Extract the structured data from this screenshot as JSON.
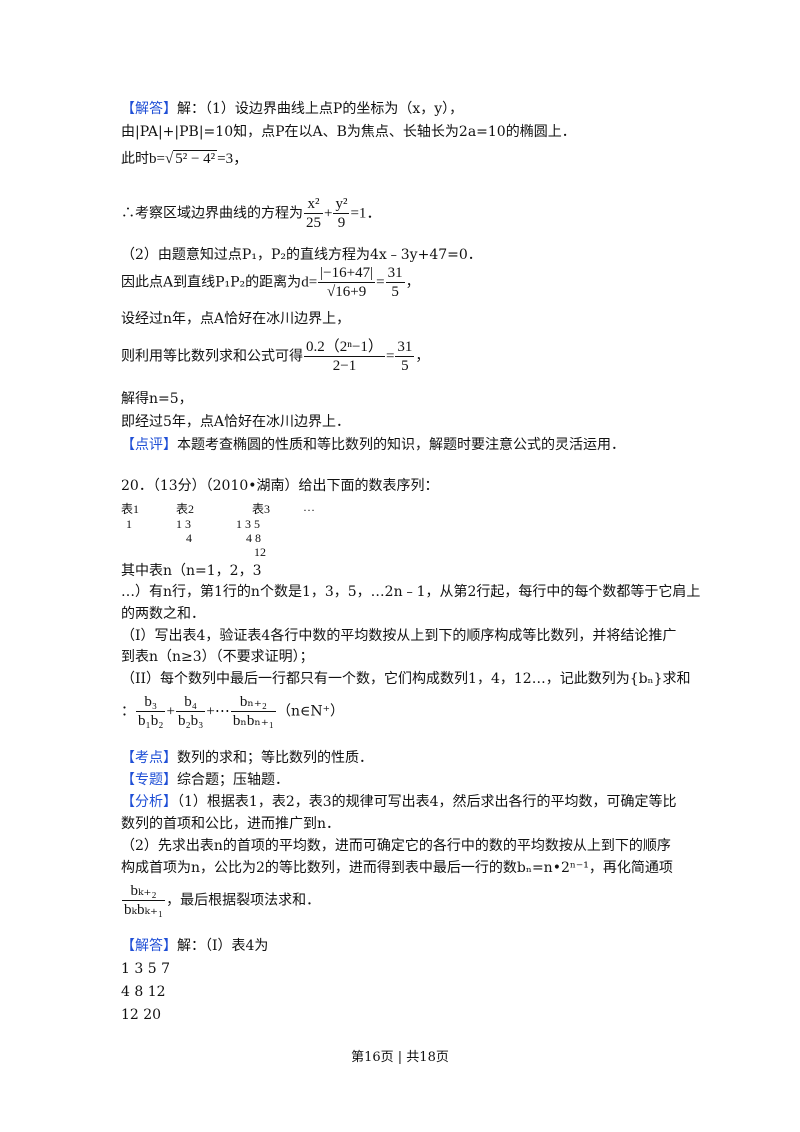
{
  "lines": {
    "l1_tag": "【解答】",
    "l1_text": "解：（1）设边界曲线上点P的坐标为（x，y），",
    "l2": "由|PA|+|PB|=10知，点P在以A、B为焦点、长轴长为2a=10的椭圆上．",
    "l3_pre": "此时",
    "l3_b": "b=",
    "l3_rad": "5² − 4²",
    "l3_post": "=3，",
    "l4_pre": "∴考察区域边界曲线的方程为",
    "l4_f1_num": "x²",
    "l4_f1_den": "25",
    "l4_plus": "+",
    "l4_f2_num": "y²",
    "l4_f2_den": "9",
    "l4_post": "=1．",
    "l5": "（2）由题意知过点P₁，P₂的直线方程为4x﹣3y+47=0．",
    "l6_pre": "因此点A到直线P₁P₂的距离为",
    "l6_d": "d=",
    "l6_f1_num": "|−16+47|",
    "l6_f1_den": "√16+9",
    "l6_eq": "=",
    "l6_f2_num": "31",
    "l6_f2_den": "5",
    "l6_post": "，",
    "l7": "设经过n年，点A恰好在冰川边界上，",
    "l8_pre": "则利用等比数列求和公式可得",
    "l8_f1_num": "0.2（2ⁿ−1）",
    "l8_f1_den": "2−1",
    "l8_eq": "=",
    "l8_f2_num": "31",
    "l8_f2_den": "5",
    "l8_post": "，",
    "l9": "解得n=5，",
    "l10": "即经过5年，点A恰好在冰川边界上．",
    "l11_tag": "【点评】",
    "l11_text": "本题考查椭圆的性质和等比数列的知识，解题时要注意公式的灵活运用．",
    "q20": "20．（13分）（2010•湖南）给出下面的数表序列：",
    "t1_h": "表1",
    "t1_r1": "1",
    "t2_h": "表2",
    "t2_r1": "1  3",
    "t2_r2": "4",
    "t3_h": "表3",
    "t3_r1": "1  3  5",
    "t3_r2": "4  8",
    "t3_r3": "12",
    "t_dots": "…",
    "l12": "其中表n（n=1，2，3",
    "l13": "…）有n行，第1行的n个数是1，3，5，…2n﹣1，从第2行起，每行中的每个数都等于它肩上",
    "l14": "的两数之和．",
    "l15": "（I）写出表4，验证表4各行中数的平均数按从上到下的顺序构成等比数列，并将结论推广",
    "l16": "到表n（n≥3）（不要求证明）；",
    "l17": "（II）每个数列中最后一行都只有一个数，它们构成数列1，4，12…，记此数列为{bₙ}求和",
    "l18_pre": "：",
    "l18_f1_num": "b₃",
    "l18_f1_den": "b₁b₂",
    "l18_plus": "+",
    "l18_f2_num": "b₄",
    "l18_f2_den": "b₂b₃",
    "l18_dots": "+⋯",
    "l18_f3_num": "bₙ₊₂",
    "l18_f3_den": "bₙbₙ₊₁",
    "l18_post": "（n∈N⁺）",
    "l19_tag": "【考点】",
    "l19_text": "数列的求和；等比数列的性质．",
    "l20_tag": "【专题】",
    "l20_text": "综合题；压轴题．",
    "l21_tag": "【分析】",
    "l21_text": "（1）根据表1，表2，表3的规律可写出表4，然后求出各行的平均数，可确定等比",
    "l22": "数列的首项和公比，进而推广到n．",
    "l23": "（2）先求出表n的首项的平均数，进而可确定它的各行中的数的平均数按从上到下的顺序",
    "l24": "构成首项为n，公比为2的等比数列，进而得到表中最后一行的数bₙ=n•2ⁿ⁻¹，再化简通项",
    "l25_f_num": "bₖ₊₂",
    "l25_f_den": "bₖbₖ₊₁",
    "l25_post": "，最后根据裂项法求和．",
    "l26_tag": "【解答】",
    "l26_text": "解：（I）表4为",
    "r1": "1  3  5  7",
    "r2": "4  8  12",
    "r3": "12  20"
  },
  "footer": "第16页 | 共18页",
  "colors": {
    "tag": "#1f4fd6",
    "text": "#111111"
  }
}
